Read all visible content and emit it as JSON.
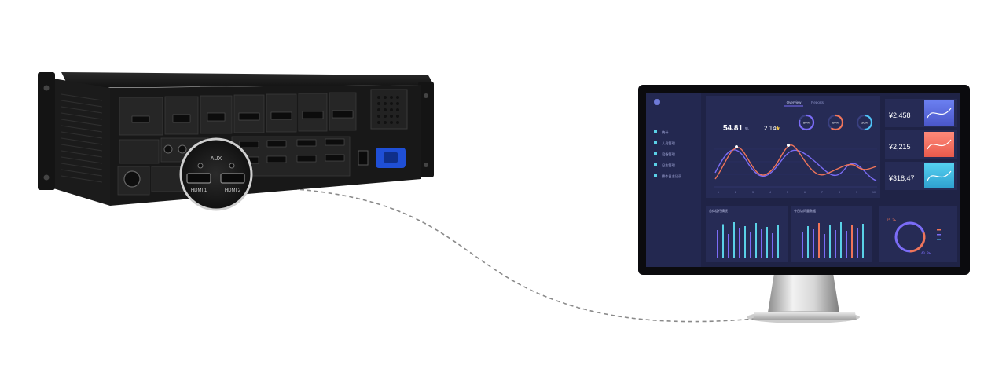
{
  "device": {
    "aux_label": "AUX",
    "hdmi1_label": "HDMI 1",
    "hdmi2_label": "HDMI 2"
  },
  "dashboard": {
    "tabs": [
      "Overview",
      "Reports"
    ],
    "sidebar_items": [
      "统计",
      "人员管理",
      "设备管理",
      "日志管理",
      "操作日志记录"
    ],
    "kpis": [
      {
        "value": "54.81",
        "unit": "%"
      },
      {
        "value": "2.14",
        "unit": "★"
      }
    ],
    "rings": [
      {
        "label": "80%",
        "fraction": 0.8,
        "color": "#7b6cf6"
      },
      {
        "label": "60%",
        "fraction": 0.6,
        "color": "#f0755a"
      },
      {
        "label": "50%",
        "fraction": 0.5,
        "color": "#4fc3f7"
      }
    ],
    "stats": [
      {
        "value": "¥2,458",
        "color": "#5a6de0"
      },
      {
        "value": "¥2,215",
        "color": "#f06a5e"
      },
      {
        "value": "¥318,47",
        "color": "#3fb7e0"
      }
    ],
    "x_ticks": [
      "1",
      "2",
      "3",
      "4",
      "5",
      "6",
      "7",
      "8",
      "9",
      "10"
    ],
    "bar_panels": [
      {
        "title": "总体运行情况",
        "values": [
          70,
          85,
          60,
          90,
          75,
          80,
          65,
          88,
          72,
          78,
          62,
          84
        ]
      },
      {
        "title": "今日访问量数据",
        "values": [
          65,
          80,
          72,
          88,
          60,
          84,
          70,
          90,
          68,
          82,
          74,
          86
        ]
      }
    ],
    "donut": {
      "left_label": "25.2%",
      "right_label": "40.3%",
      "fraction": 0.7
    }
  },
  "colors": {
    "dashed_line": "#8a8a8a",
    "screen_bg": "#1f2346",
    "accent_purple": "#7b6cf6",
    "accent_orange": "#f0755a"
  }
}
